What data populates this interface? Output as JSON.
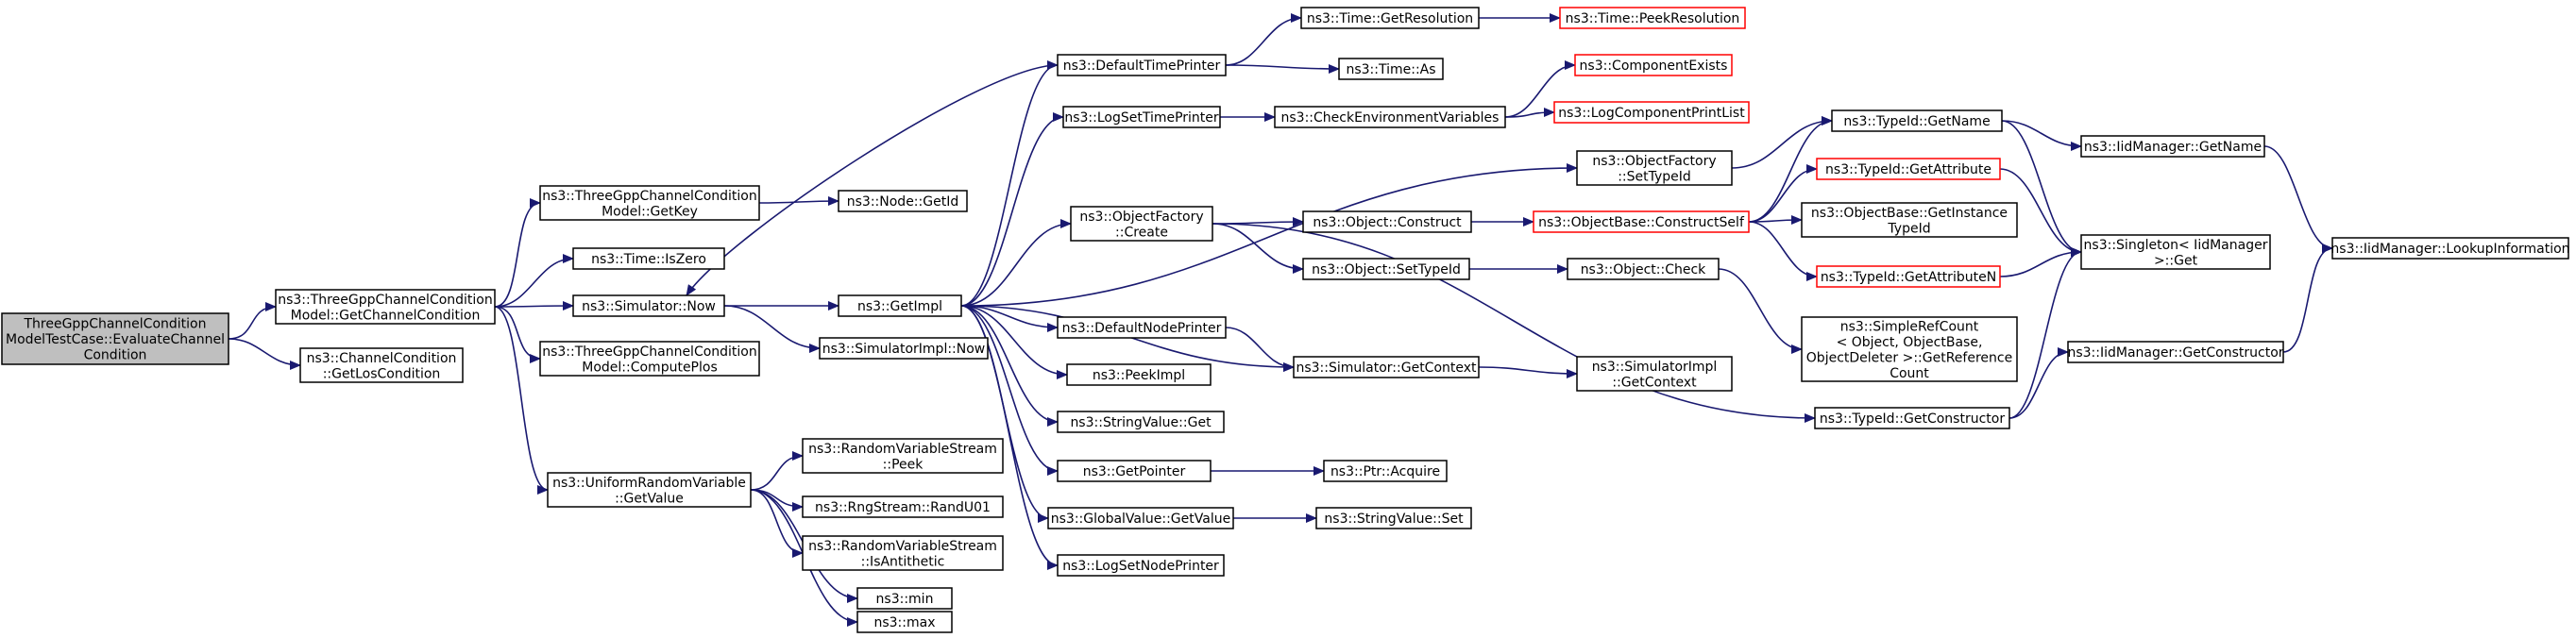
{
  "colors": {
    "edge": "#191970",
    "node_border": "#000000",
    "missing_border": "#ff0000",
    "root_fill": "#bfbfbf",
    "node_fill": "#ffffff"
  },
  "nodes": {
    "root": {
      "lines": [
        "ThreeGppChannelCondition",
        "ModelTestCase::EvaluateChannel",
        "Condition"
      ]
    },
    "getChannelCondition": {
      "lines": [
        "ns3::ThreeGppChannelCondition",
        "Model::GetChannelCondition"
      ]
    },
    "getLosCondition": {
      "lines": [
        "ns3::ChannelCondition",
        "::GetLosCondition"
      ]
    },
    "getKey": {
      "lines": [
        "ns3::ThreeGppChannelCondition",
        "Model::GetKey"
      ]
    },
    "isZero": {
      "lines": [
        "ns3::Time::IsZero"
      ]
    },
    "simNow": {
      "lines": [
        "ns3::Simulator::Now"
      ]
    },
    "computePlos": {
      "lines": [
        "ns3::ThreeGppChannelCondition",
        "Model::ComputePlos"
      ]
    },
    "uniformGetValue": {
      "lines": [
        "ns3::UniformRandomVariable",
        "::GetValue"
      ]
    },
    "nodeGetId": {
      "lines": [
        "ns3::Node::GetId"
      ]
    },
    "getImpl": {
      "lines": [
        "ns3::GetImpl"
      ]
    },
    "simImplNow": {
      "lines": [
        "ns3::SimulatorImpl::Now"
      ]
    },
    "rvsPeek": {
      "lines": [
        "ns3::RandomVariableStream",
        "::Peek"
      ]
    },
    "randU01": {
      "lines": [
        "ns3::RngStream::RandU01"
      ]
    },
    "isAntithetic": {
      "lines": [
        "ns3::RandomVariableStream",
        "::IsAntithetic"
      ]
    },
    "min": {
      "lines": [
        "ns3::min"
      ]
    },
    "max": {
      "lines": [
        "ns3::max"
      ]
    },
    "defaultTimePrinter": {
      "lines": [
        "ns3::DefaultTimePrinter"
      ]
    },
    "logSetTimePrinter": {
      "lines": [
        "ns3::LogSetTimePrinter"
      ]
    },
    "objFactoryCreate": {
      "lines": [
        "ns3::ObjectFactory",
        "::Create"
      ]
    },
    "defaultNodePrinter": {
      "lines": [
        "ns3::DefaultNodePrinter"
      ]
    },
    "peekImpl": {
      "lines": [
        "ns3::PeekImpl"
      ]
    },
    "stringValueGet": {
      "lines": [
        "ns3::StringValue::Get"
      ]
    },
    "getPointer": {
      "lines": [
        "ns3::GetPointer"
      ]
    },
    "globalValueGetValue": {
      "lines": [
        "ns3::GlobalValue::GetValue"
      ]
    },
    "logSetNodePrinter": {
      "lines": [
        "ns3::LogSetNodePrinter"
      ]
    },
    "timeGetResolution": {
      "lines": [
        "ns3::Time::GetResolution"
      ]
    },
    "timeAs": {
      "lines": [
        "ns3::Time::As"
      ]
    },
    "checkEnvVars": {
      "lines": [
        "ns3::CheckEnvironmentVariables"
      ]
    },
    "objectConstruct": {
      "lines": [
        "ns3::Object::Construct"
      ]
    },
    "objectSetTypeId": {
      "lines": [
        "ns3::Object::SetTypeId"
      ]
    },
    "simGetContext": {
      "lines": [
        "ns3::Simulator::GetContext"
      ]
    },
    "ptrAcquire": {
      "lines": [
        "ns3::Ptr::Acquire"
      ]
    },
    "stringValueSet": {
      "lines": [
        "ns3::StringValue::Set"
      ]
    },
    "timePeekResolution": {
      "lines": [
        "ns3::Time::PeekResolution"
      ]
    },
    "componentExists": {
      "lines": [
        "ns3::ComponentExists"
      ]
    },
    "logComponentPrintList": {
      "lines": [
        "ns3::LogComponentPrintList"
      ]
    },
    "objFactorySetTypeId": {
      "lines": [
        "ns3::ObjectFactory",
        "::SetTypeId"
      ]
    },
    "constructSelf": {
      "lines": [
        "ns3::ObjectBase::ConstructSelf"
      ]
    },
    "objectCheck": {
      "lines": [
        "ns3::Object::Check"
      ]
    },
    "simImplGetContext": {
      "lines": [
        "ns3::SimulatorImpl",
        "::GetContext"
      ]
    },
    "typeIdGetName": {
      "lines": [
        "ns3::TypeId::GetName"
      ]
    },
    "typeIdGetAttribute": {
      "lines": [
        "ns3::TypeId::GetAttribute"
      ]
    },
    "getInstanceTypeId": {
      "lines": [
        "ns3::ObjectBase::GetInstance",
        "TypeId"
      ]
    },
    "typeIdGetAttributeN": {
      "lines": [
        "ns3::TypeId::GetAttributeN"
      ]
    },
    "simpleRefCount": {
      "lines": [
        "ns3::SimpleRefCount",
        "< Object, ObjectBase,",
        "ObjectDeleter >::GetReference",
        "Count"
      ]
    },
    "typeIdGetConstructor": {
      "lines": [
        "ns3::TypeId::GetConstructor"
      ]
    },
    "iidManagerGetName": {
      "lines": [
        "ns3::IidManager::GetName"
      ]
    },
    "singletonGet": {
      "lines": [
        "ns3::Singleton< IidManager",
        " >::Get"
      ]
    },
    "iidManagerGetConstructor": {
      "lines": [
        "ns3::IidManager::GetConstructor"
      ]
    },
    "lookupInformation": {
      "lines": [
        "ns3::IidManager::LookupInformation"
      ]
    }
  }
}
